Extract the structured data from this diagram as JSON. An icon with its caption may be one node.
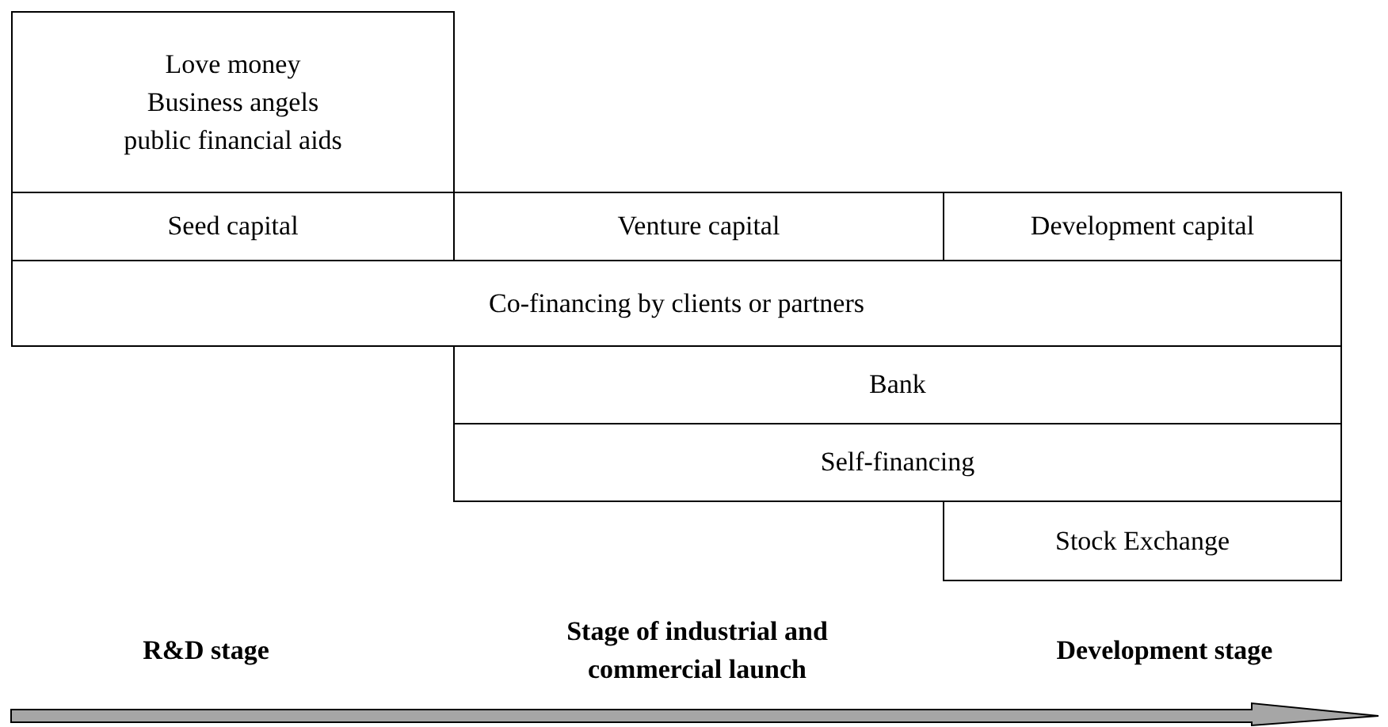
{
  "diagram": {
    "nodes": [
      {
        "text": [
          "Love money",
          "Business angels",
          "public financial aids"
        ]
      },
      {
        "text": [
          "Seed capital"
        ]
      },
      {
        "text": [
          "Venture capital"
        ]
      },
      {
        "text": [
          "Development capital"
        ]
      },
      {
        "text": [
          "Co-financing by clients or partners"
        ]
      },
      {
        "text": [
          "Bank"
        ]
      },
      {
        "text": [
          "Self-financing"
        ]
      },
      {
        "text": [
          "Stock Exchange"
        ]
      }
    ],
    "labels": [
      "R&D stage",
      "Stage of industrial and commercial launch",
      "Development stage"
    ]
  }
}
